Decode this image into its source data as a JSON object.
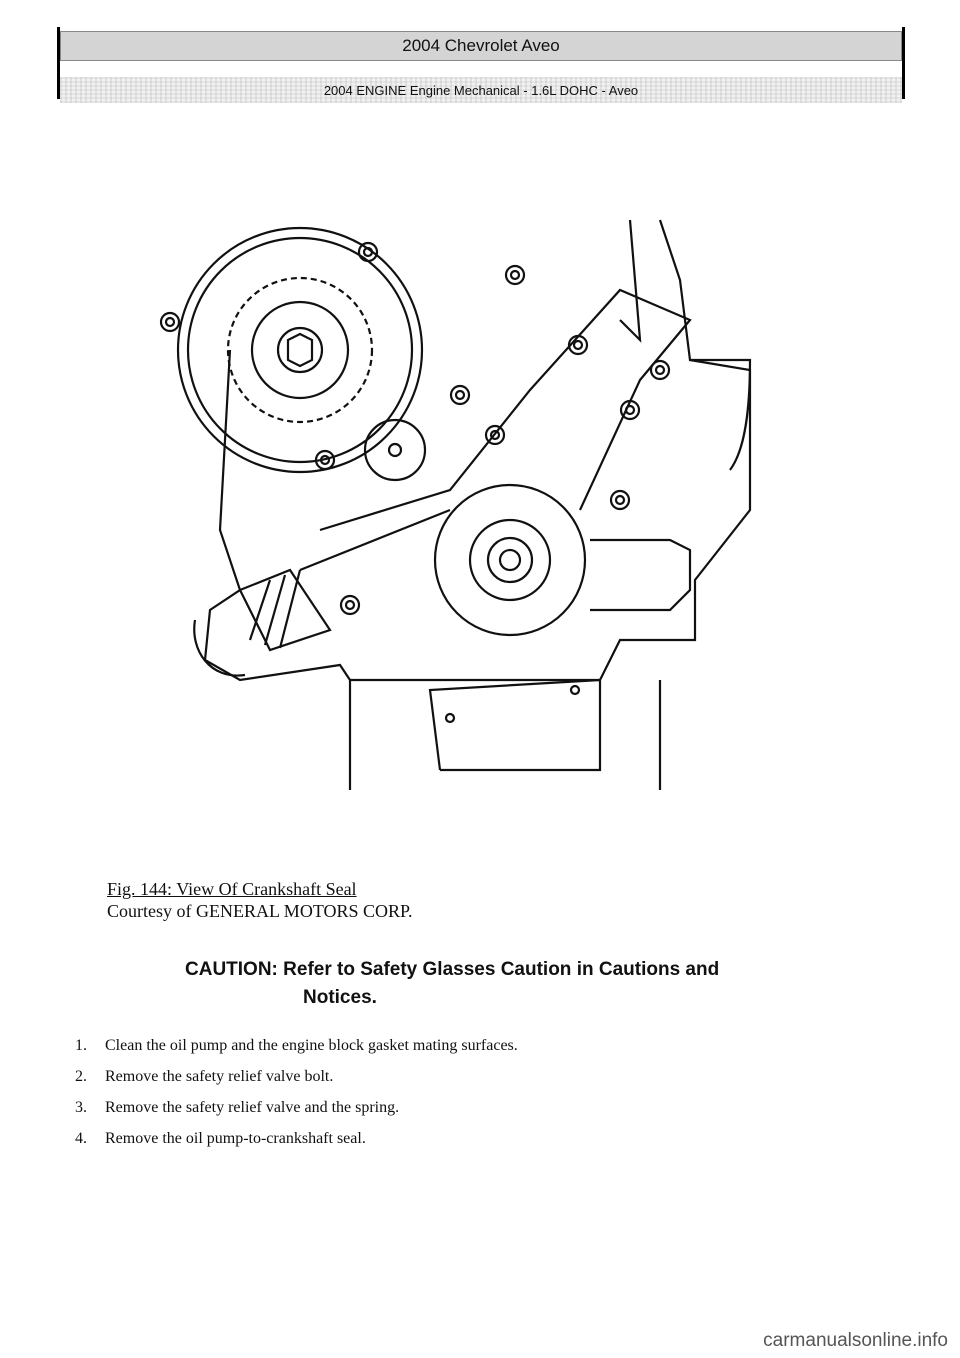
{
  "header": {
    "title": "2004 Chevrolet Aveo",
    "subtitle": "2004 ENGINE Engine Mechanical - 1.6L DOHC - Aveo"
  },
  "figure": {
    "caption_title": "Fig. 144: View Of Crankshaft Seal",
    "caption_credit": "Courtesy of GENERAL MOTORS CORP."
  },
  "caution": {
    "line1": "CAUTION: Refer to Safety Glasses Caution in Cautions and",
    "line2": "Notices."
  },
  "steps": [
    {
      "num": "1.",
      "text": "Clean the oil pump and the engine block gasket mating surfaces."
    },
    {
      "num": "2.",
      "text": "Remove the safety relief valve bolt."
    },
    {
      "num": "3.",
      "text": "Remove the safety relief valve and the spring."
    },
    {
      "num": "4.",
      "text": "Remove the oil pump-to-crankshaft seal."
    }
  ],
  "watermark": "carmanualsonline.info"
}
